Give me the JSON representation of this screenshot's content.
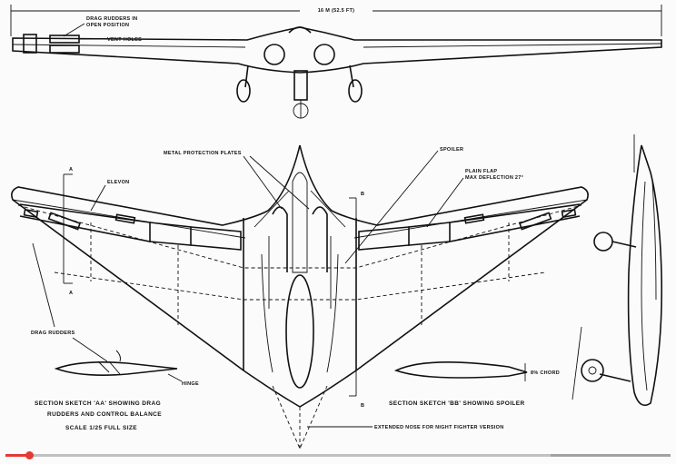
{
  "labels": {
    "span": "16 M (52.5 FT)",
    "drag_rudders_open_1": "DRAG RUDDERS IN",
    "drag_rudders_open_2": "OPEN POSITION",
    "vent_holes": "VENT HOLES",
    "metal_protection": "METAL PROTECTION PLATES",
    "spoiler": "SPOILER",
    "plain_flap_1": "PLAIN FLAP",
    "plain_flap_2": "MAX DEFLECTION 27°",
    "elevon": "ELEVON",
    "section_a_top": "A",
    "section_a_bottom": "A",
    "section_b_top": "B",
    "section_b_bottom": "B",
    "drag_rudders": "DRAG RUDDERS",
    "hinge": "HINGE",
    "section_aa_1": "SECTION SKETCH 'AA' SHOWING DRAG",
    "section_aa_2": "RUDDERS AND CONTROL BALANCE",
    "scale": "SCALE 1/25 FULL SIZE",
    "section_bb": "SECTION SKETCH 'BB' SHOWING SPOILER",
    "chord": "8% CHORD",
    "extended_nose": "EXTENDED NOSE FOR NIGHT FIGHTER VERSION"
  },
  "player": {
    "progress_fraction": 0.035,
    "buffered_fraction": 0.82
  },
  "colors": {
    "paper": "#fbfbfb",
    "ink": "#111111",
    "progress": "#e53935"
  }
}
